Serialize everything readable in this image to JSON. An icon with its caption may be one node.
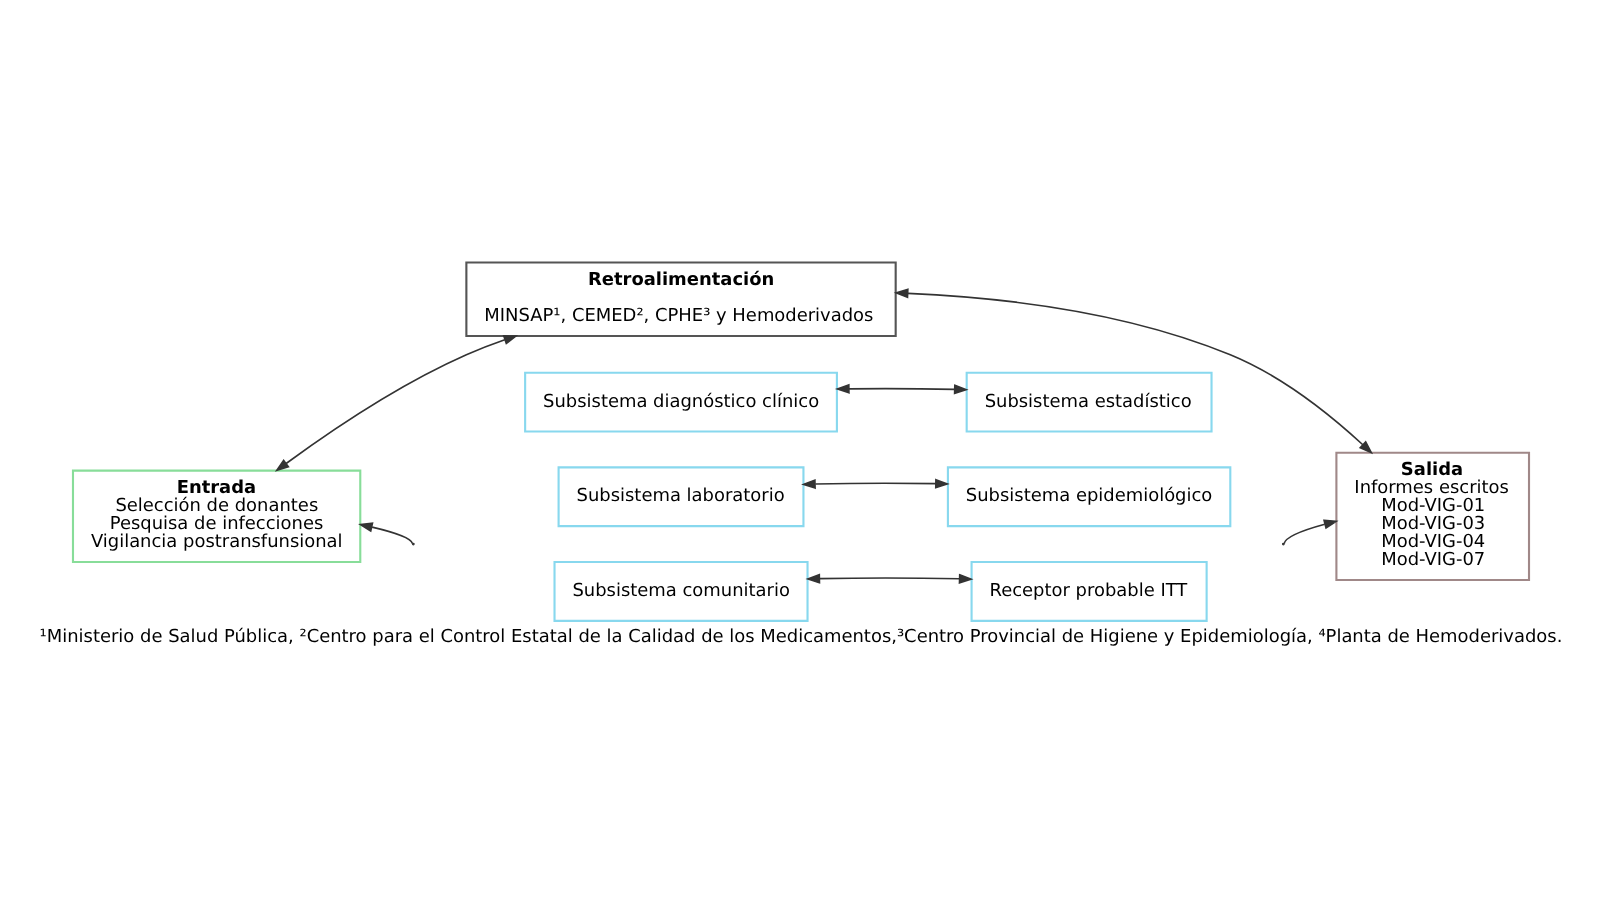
{
  "diagram": {
    "caption": "¹Ministerio de Salud Pública, ²Centro para el Control Estatal de la Calidad de los Medicamentos,³Centro Provincial de Higiene y Epidemiología, ⁴Planta de Hemoderivados.",
    "nodes": [
      {
        "text": [
          "Retroalimentación",
          "MINSAP¹, CEMED², CPHE³ y Hemoderivados"
        ]
      },
      {
        "text": [
          "Entrada",
          "Selección de donantes",
          "Pesquisa de infecciones",
          "Vigilancia postransfunsional"
        ]
      },
      {
        "text": [
          "Salida",
          "Informes escritos",
          "Mod-VIG-01",
          "Mod-VIG-03",
          "Mod-VIG-04",
          "Mod-VIG-07"
        ]
      },
      {
        "text": [
          "Subsistema diagnóstico clínico"
        ]
      },
      {
        "text": [
          "Subsistema estadístico"
        ]
      },
      {
        "text": [
          "Subsistema laboratorio"
        ]
      },
      {
        "text": [
          "Subsistema epidemiológico"
        ]
      },
      {
        "text": [
          "Subsistema comunitario"
        ]
      },
      {
        "text": [
          "Receptor probable ITT"
        ]
      }
    ],
    "edges": [
      {
        "from": 0,
        "to": 1,
        "arrow": "both"
      },
      {
        "from": 0,
        "to": 2,
        "arrow": "both"
      },
      {
        "from": 3,
        "to": 4,
        "arrow": "both"
      },
      {
        "from": 5,
        "to": 6,
        "arrow": "both"
      },
      {
        "from": 7,
        "to": 8,
        "arrow": "both"
      },
      {
        "from": null,
        "to": 1,
        "arrow": "to"
      },
      {
        "from": null,
        "to": 2,
        "arrow": "to"
      }
    ]
  }
}
